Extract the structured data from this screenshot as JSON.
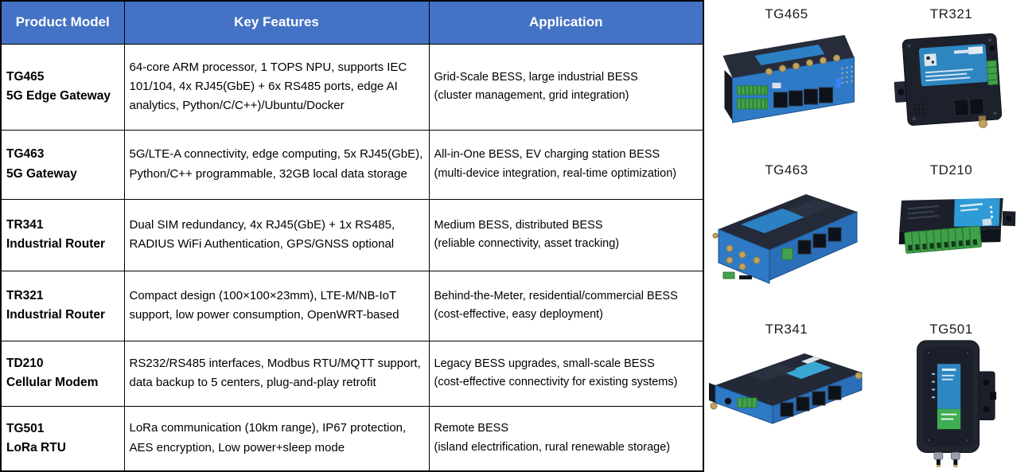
{
  "table": {
    "headers": [
      "Product Model",
      "Key Features",
      "Application"
    ],
    "rows": [
      {
        "model": "TG465",
        "type": "5G Edge Gateway",
        "features": "64-core ARM processor, 1 TOPS NPU, supports IEC 101/104, 4x RJ45(GbE) + 6x RS485 ports, edge AI analytics, Python/C/C++)/Ubuntu/Docker",
        "application": [
          "Grid-Scale BESS, large industrial BESS",
          "(cluster management, grid integration)"
        ]
      },
      {
        "model": "TG463",
        "type": "5G Gateway",
        "features": "5G/LTE-A connectivity, edge computing, 5x RJ45(GbE), Python/C++ programmable, 32GB local data storage",
        "application": [
          "All-in-One BESS, EV charging station BESS",
          "(multi-device integration, real-time optimization)"
        ]
      },
      {
        "model": "TR341",
        "type": "Industrial Router",
        "features": "Dual SIM redundancy, 4x RJ45(GbE) + 1x RS485, RADIUS WiFi Authentication, GPS/GNSS optional",
        "application": [
          "Medium BESS, distributed BESS",
          "(reliable connectivity, asset tracking)"
        ]
      },
      {
        "model": "TR321",
        "type": "Industrial Router",
        "features": "Compact design (100×100×23mm), LTE-M/NB-IoT support, low power consumption, OpenWRT-based",
        "application": [
          "Behind-the-Meter, residential/commercial BESS",
          "(cost-effective, easy deployment)"
        ]
      },
      {
        "model": "TD210",
        "type": "Cellular Modem",
        "features": "RS232/RS485 interfaces, Modbus RTU/MQTT support, data backup to 5 centers, plug-and-play retrofit",
        "application": [
          "Legacy BESS upgrades, small-scale BESS",
          "(cost-effective connectivity for existing systems)"
        ]
      },
      {
        "model": "TG501",
        "type": "LoRa RTU",
        "features": "LoRa communication (10km range), IP67 protection, AES encryption, Low power+sleep mode",
        "application": [
          "Remote BESS",
          "(island electrification, rural renewable storage)"
        ]
      }
    ]
  },
  "gallery": {
    "items": [
      {
        "label": "TG465"
      },
      {
        "label": "TR321"
      },
      {
        "label": "TG463"
      },
      {
        "label": "TD210"
      },
      {
        "label": "TR341"
      },
      {
        "label": "TG501"
      }
    ]
  },
  "colors": {
    "header_bg": "#4472C4",
    "header_text": "#FFFFFF",
    "table_border": "#000000",
    "device_body": "#20252F",
    "device_panel_blue": "#2E7AC6",
    "label_blue": "#2E86C1",
    "terminal_green": "#3FA24A",
    "antenna_gold": "#C2A45E"
  }
}
